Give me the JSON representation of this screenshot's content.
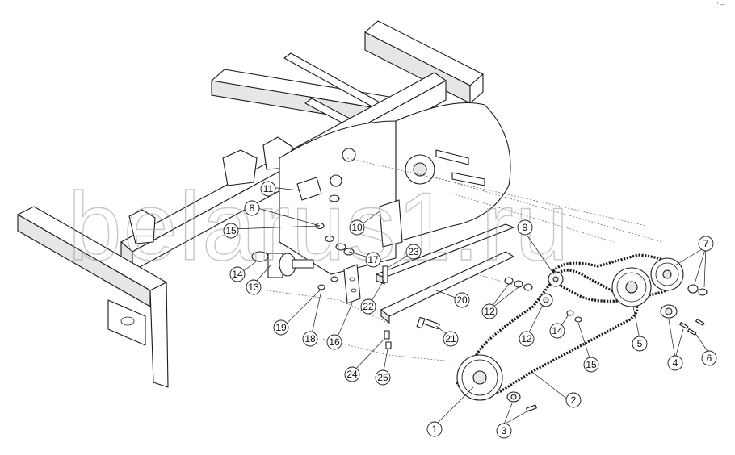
{
  "diagram": {
    "corner_mark": "ᐟ —",
    "watermark": "belarus1.ru",
    "callouts": [
      "1",
      "2",
      "3",
      "4",
      "5",
      "6",
      "7",
      "8",
      "9",
      "10",
      "11",
      "12",
      "13",
      "14",
      "15",
      "16",
      "17",
      "18",
      "19",
      "20",
      "21",
      "22",
      "23",
      "24",
      "25"
    ]
  }
}
